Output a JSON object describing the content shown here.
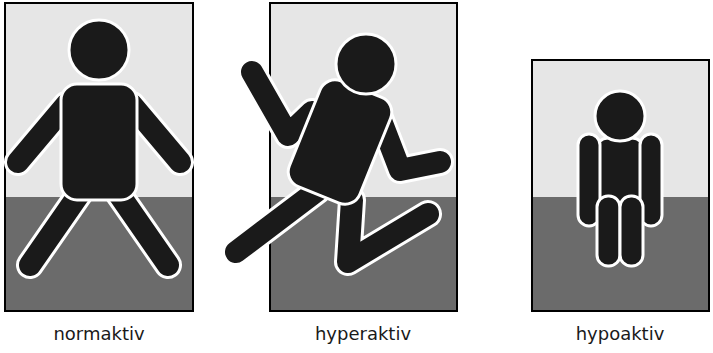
{
  "diagram": {
    "labels": [
      "normaktiv",
      "hyperaktiv",
      "hypoaktiv"
    ]
  }
}
